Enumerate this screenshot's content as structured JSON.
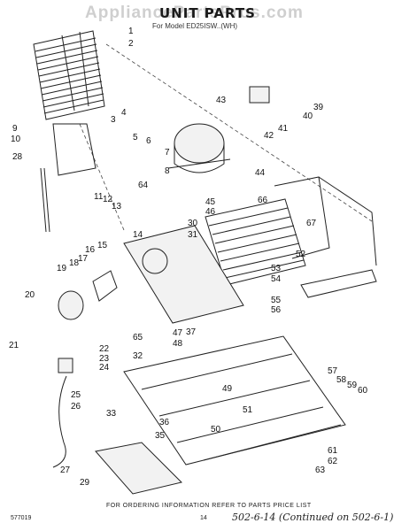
{
  "watermark": "AppliancePartsPros.com",
  "title": "UNIT PARTS",
  "subtitle": "For Model ED25ISW..(WH)",
  "footer": "FOR ORDERING INFORMATION REFER TO PARTS PRICE LIST",
  "drawing_code": "577019",
  "page_number": "14",
  "handwritten_note": "502-6-14 (Continued on 502-6-1)",
  "callouts": [
    "1",
    "2",
    "3",
    "4",
    "5",
    "6",
    "7",
    "8",
    "9",
    "10",
    "11",
    "12",
    "13",
    "14",
    "15",
    "16",
    "17",
    "18",
    "19",
    "20",
    "21",
    "22",
    "23",
    "24",
    "25",
    "26",
    "27",
    "28",
    "29",
    "30",
    "31",
    "32",
    "33",
    "35",
    "36",
    "37",
    "39",
    "40",
    "41",
    "42",
    "43",
    "44",
    "45",
    "46",
    "47",
    "48",
    "49",
    "50",
    "51",
    "52",
    "53",
    "54",
    "55",
    "56",
    "57",
    "58",
    "59",
    "60",
    "61",
    "62",
    "63",
    "64",
    "65",
    "66",
    "67"
  ]
}
